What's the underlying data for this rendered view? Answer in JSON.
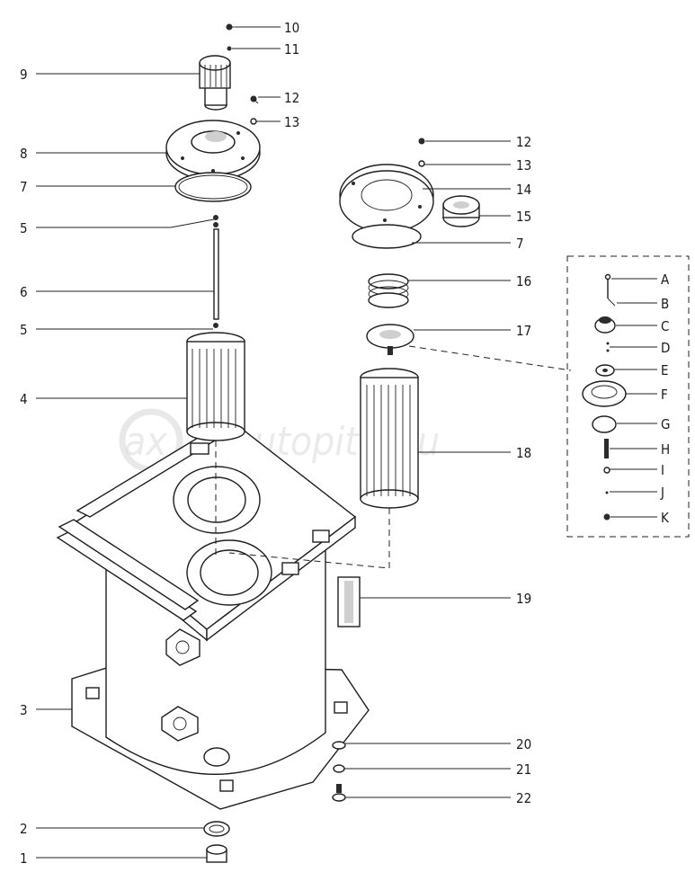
{
  "watermark": "autopiter.ru",
  "callouts": {
    "left": {
      "c9": "9",
      "c8": "8",
      "c7": "7",
      "c5a": "5",
      "c6": "6",
      "c5b": "5",
      "c4": "4",
      "c3": "3",
      "c2": "2",
      "c1": "1"
    },
    "top": {
      "c10": "10",
      "c11": "11",
      "c12a": "12",
      "c13a": "13"
    },
    "right": {
      "c12b": "12",
      "c13b": "13",
      "c14": "14",
      "c15": "15",
      "c7b": "7",
      "c16": "16",
      "c17": "17",
      "c18": "18",
      "c19": "19",
      "c20": "20",
      "c21": "21",
      "c22": "22"
    },
    "detail": {
      "A": "A",
      "B": "B",
      "C": "C",
      "D": "D",
      "E": "E",
      "F": "F",
      "G": "G",
      "H": "H",
      "I": "I",
      "J": "J",
      "K": "K"
    }
  }
}
